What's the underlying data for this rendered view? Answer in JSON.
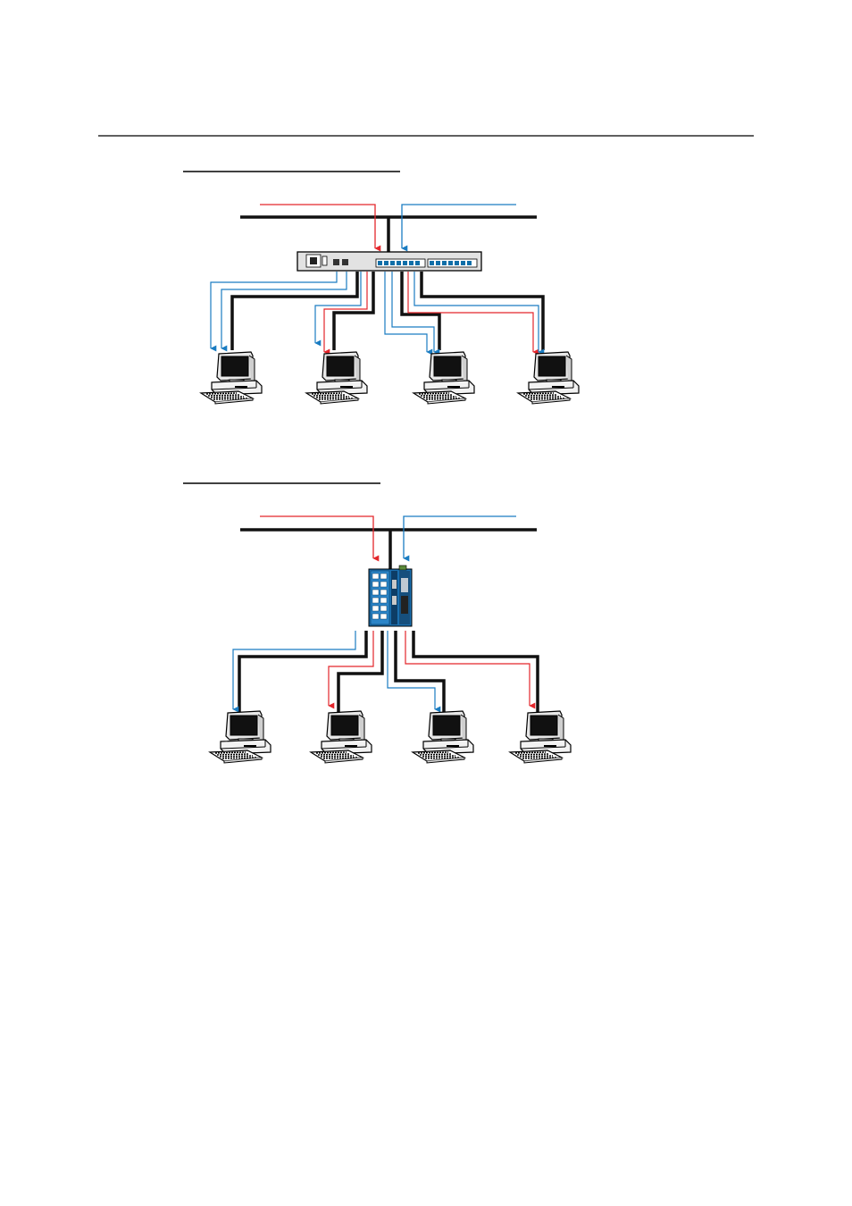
{
  "page": {
    "background": "#ffffff"
  },
  "colors": {
    "rule": "#000000",
    "cable": "#111111",
    "multicast_in": "#e3262b",
    "multicast_other": "#1a7cc2",
    "port_led": "#0f6ea8",
    "eds_body": "#1a6fb0",
    "monitor_shell": "#e8e8e8",
    "monitor_screen": "#111111"
  },
  "figures": [
    {
      "name": "figure-1",
      "caption": "",
      "switch_kind": "rackmount-switch",
      "computers": 4,
      "icons": [
        "rackmount-switch-icon",
        "computer-icon"
      ]
    },
    {
      "name": "figure-2",
      "caption": "",
      "switch_kind": "din-rail-switch",
      "computers": 4,
      "icons": [
        "din-rail-switch-icon",
        "computer-icon"
      ]
    }
  ]
}
